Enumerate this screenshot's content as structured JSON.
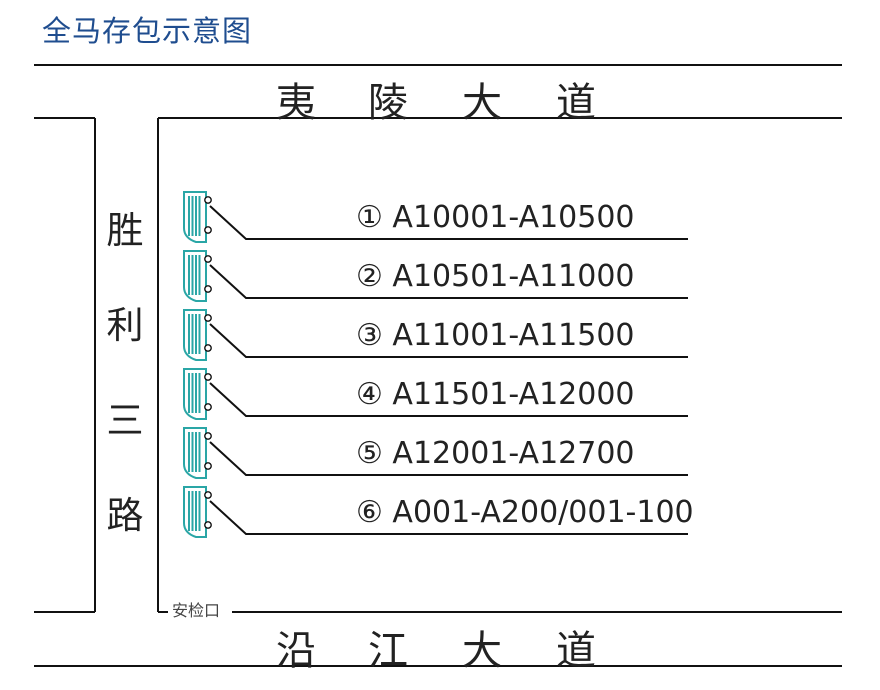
{
  "title": "全马存包示意图",
  "roads": {
    "top": [
      "夷",
      "陵",
      "大",
      "道"
    ],
    "bottom": [
      "沿",
      "江",
      "大",
      "道"
    ],
    "left": [
      "胜",
      "利",
      "三",
      "路"
    ]
  },
  "stalls": [
    {
      "label": "① A10001-A10500"
    },
    {
      "label": "② A10501-A11000"
    },
    {
      "label": "③ A11001-A11500"
    },
    {
      "label": "④ A11501-A12000"
    },
    {
      "label": "⑤ A12001-A12700"
    },
    {
      "label": "⑥ A001-A200/001-100"
    }
  ],
  "gate": "安检口",
  "colors": {
    "title": "#1f4d8f",
    "tent_teal": "#2aa6a6",
    "lines": "#111111"
  },
  "icons": {
    "stall": "truck-rack-icon"
  }
}
